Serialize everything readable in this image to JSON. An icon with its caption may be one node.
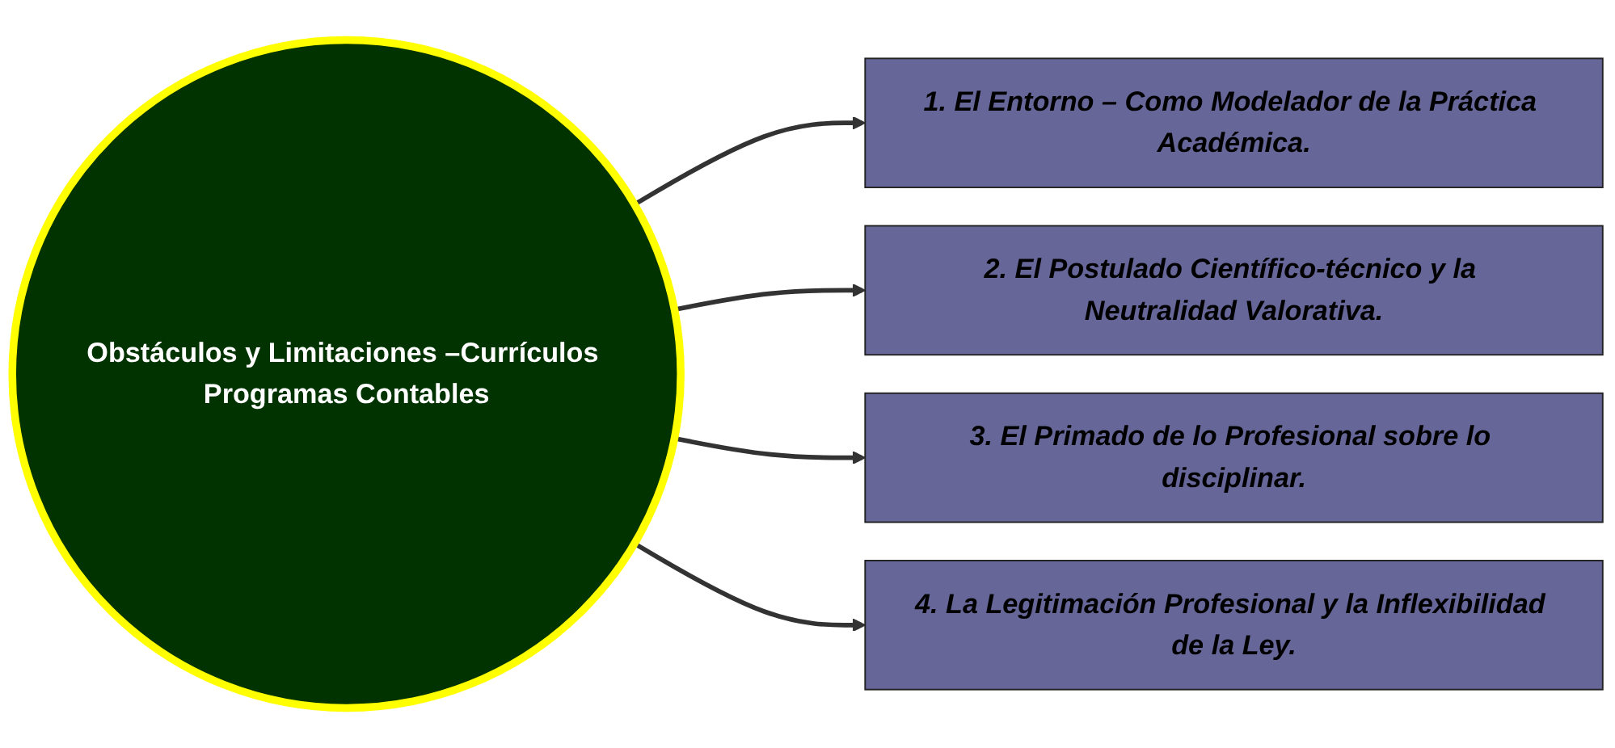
{
  "diagram": {
    "nodes": [
      {
        "text": [
          "Obstáculos y Limitaciones –Currículos Programas Contables"
        ]
      },
      {
        "text": [
          "1. El Entorno – Como Modelador de la Práctica Académica."
        ]
      },
      {
        "text": [
          "2. El Postulado Científico-técnico y la Neutralidad Valorativa."
        ]
      },
      {
        "text": [
          "3. El Primado de lo Profesional sobre lo disciplinar."
        ]
      },
      {
        "text": [
          "4. La Legitimación Profesional y la Inflexibilidad de la Ley."
        ]
      }
    ],
    "edges": [
      {
        "from": 0,
        "to": 1,
        "arrow": "to"
      },
      {
        "from": 0,
        "to": 2,
        "arrow": "to"
      },
      {
        "from": 0,
        "to": 3,
        "arrow": "to"
      },
      {
        "from": 0,
        "to": 4,
        "arrow": "to"
      }
    ]
  }
}
